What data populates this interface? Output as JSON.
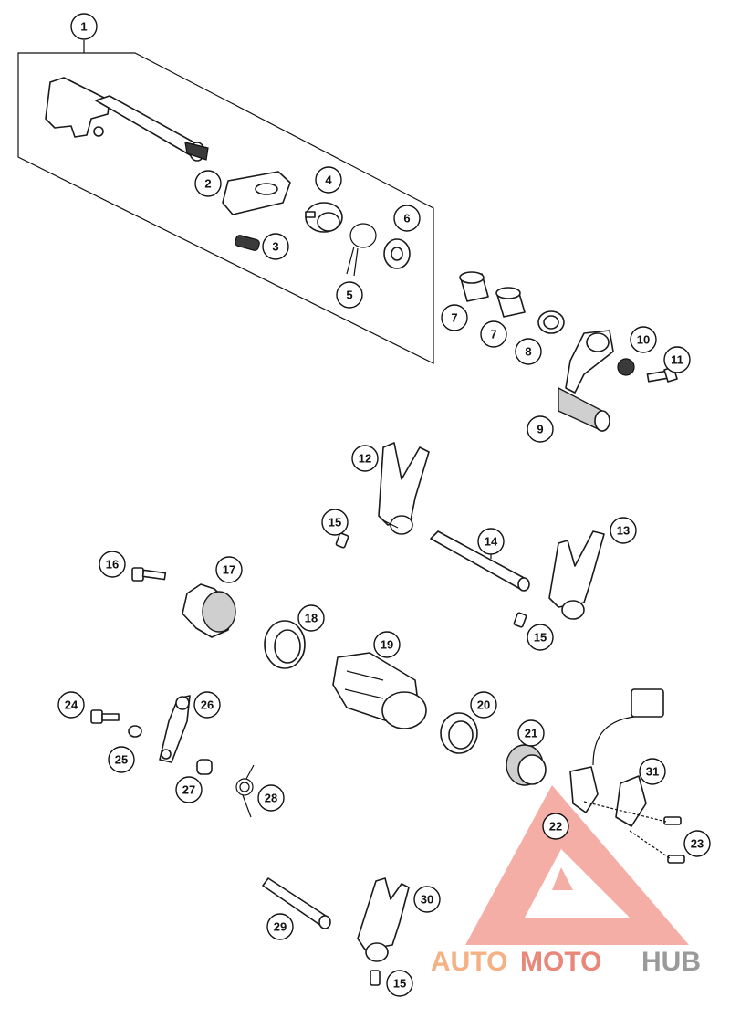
{
  "callouts": [
    {
      "id": "c1",
      "label": "1"
    },
    {
      "id": "c2",
      "label": "2"
    },
    {
      "id": "c3",
      "label": "3"
    },
    {
      "id": "c4",
      "label": "4"
    },
    {
      "id": "c5",
      "label": "5"
    },
    {
      "id": "c6",
      "label": "6"
    },
    {
      "id": "c7a",
      "label": "7"
    },
    {
      "id": "c7b",
      "label": "7"
    },
    {
      "id": "c8",
      "label": "8"
    },
    {
      "id": "c9",
      "label": "9"
    },
    {
      "id": "c10",
      "label": "10"
    },
    {
      "id": "c11",
      "label": "11"
    },
    {
      "id": "c12",
      "label": "12"
    },
    {
      "id": "c13",
      "label": "13"
    },
    {
      "id": "c14",
      "label": "14"
    },
    {
      "id": "c15a",
      "label": "15"
    },
    {
      "id": "c15b",
      "label": "15"
    },
    {
      "id": "c15c",
      "label": "15"
    },
    {
      "id": "c16",
      "label": "16"
    },
    {
      "id": "c17",
      "label": "17"
    },
    {
      "id": "c18",
      "label": "18"
    },
    {
      "id": "c19",
      "label": "19"
    },
    {
      "id": "c20",
      "label": "20"
    },
    {
      "id": "c21",
      "label": "21"
    },
    {
      "id": "c22",
      "label": "22"
    },
    {
      "id": "c23",
      "label": "23"
    },
    {
      "id": "c24",
      "label": "24"
    },
    {
      "id": "c25",
      "label": "25"
    },
    {
      "id": "c26",
      "label": "26"
    },
    {
      "id": "c27",
      "label": "27"
    },
    {
      "id": "c28",
      "label": "28"
    },
    {
      "id": "c29",
      "label": "29"
    },
    {
      "id": "c30",
      "label": "30"
    },
    {
      "id": "c31",
      "label": "31"
    }
  ],
  "watermark": {
    "part1": "AUTO",
    "part2": "MOTO",
    "part3": "HUB",
    "color_orange": "#f4b183",
    "color_red": "#e8877a",
    "color_grey": "#9a9a9a"
  }
}
